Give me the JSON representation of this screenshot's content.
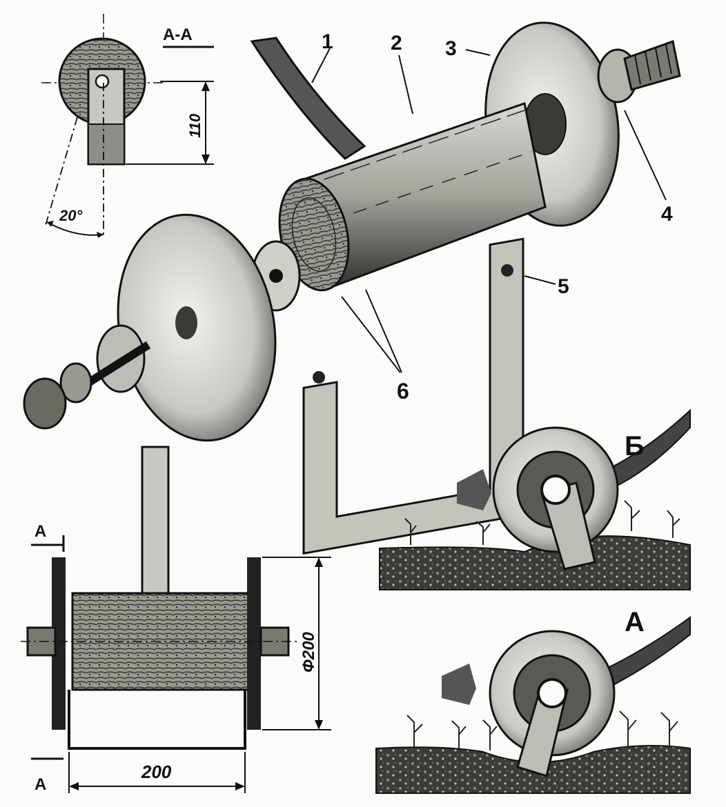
{
  "section_title": "А-А",
  "dimensions": {
    "height_110": "110",
    "angle_20": "20°",
    "diameter_200": "Ф200",
    "width_200": "200"
  },
  "part_numbers": [
    "1",
    "2",
    "3",
    "4",
    "5",
    "6"
  ],
  "views": {
    "view_b": "Б",
    "view_a": "А"
  },
  "section_marks": {
    "top": "А",
    "bottom": "А"
  },
  "colors": {
    "ink": "#111111",
    "paper": "#fbfbf9",
    "wood": "#7a7a72"
  }
}
